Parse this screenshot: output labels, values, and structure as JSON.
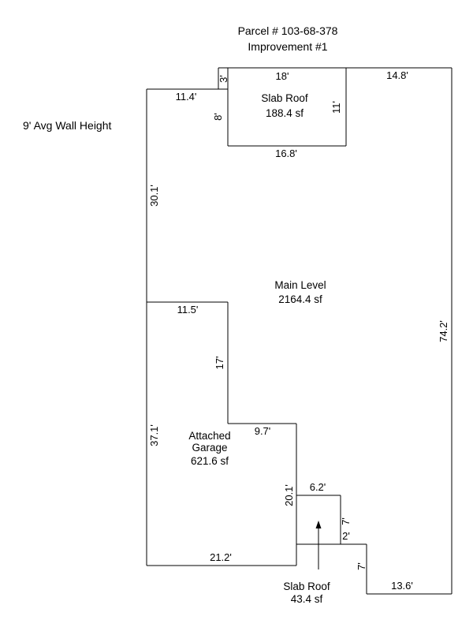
{
  "header": {
    "parcel": "Parcel # 103-68-378",
    "improvement": "Improvement #1"
  },
  "note": "9' Avg Wall Height",
  "areas": {
    "slab_roof_top": {
      "name": "Slab Roof",
      "area": "188.4 sf"
    },
    "main_level": {
      "name": "Main Level",
      "area": "2164.4 sf"
    },
    "garage": {
      "name_line1": "Attached",
      "name_line2": "Garage",
      "area": "621.6 sf"
    },
    "slab_roof_bottom": {
      "name": "Slab Roof",
      "area": "43.4 sf"
    }
  },
  "dimensions": {
    "d_3": "3'",
    "d_18": "18'",
    "d_14_8": "14.8'",
    "d_11_4": "11.4'",
    "d_8": "8'",
    "d_11": "11'",
    "d_16_8": "16.8'",
    "d_30_1": "30.1'",
    "d_11_5": "11.5'",
    "d_74_2": "74.2'",
    "d_17": "17'",
    "d_9_7": "9.7'",
    "d_37_1": "37.1'",
    "d_20_1": "20.1'",
    "d_6_2": "6.2'",
    "d_7_right": "7'",
    "d_2": "2'",
    "d_7_lower": "7'",
    "d_21_2": "21.2'",
    "d_13_6": "13.6'"
  },
  "colors": {
    "lines": "#000000",
    "background": "#ffffff"
  }
}
